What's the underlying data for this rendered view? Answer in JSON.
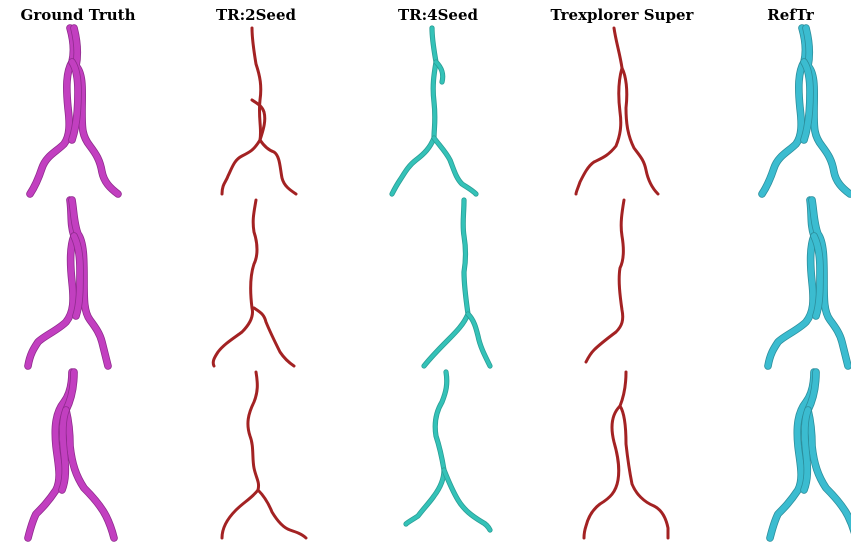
{
  "columns": [
    {
      "label": "Ground Truth",
      "color": "#c23fc0",
      "shade": "#8f2b8d",
      "style": "thick"
    },
    {
      "label": "TR:2Seed",
      "color": "#a32223",
      "shade": "#a32223",
      "style": "thin"
    },
    {
      "label": "TR:4Seed",
      "color": "#34c2b8",
      "shade": "#2a9e96",
      "style": "medium"
    },
    {
      "label": "Trexplorer Super",
      "color": "#a32223",
      "shade": "#a32223",
      "style": "thin"
    },
    {
      "label": "RefTr",
      "color": "#3bbcd0",
      "shade": "#2c8e9c",
      "style": "thick"
    }
  ],
  "rows": 3
}
